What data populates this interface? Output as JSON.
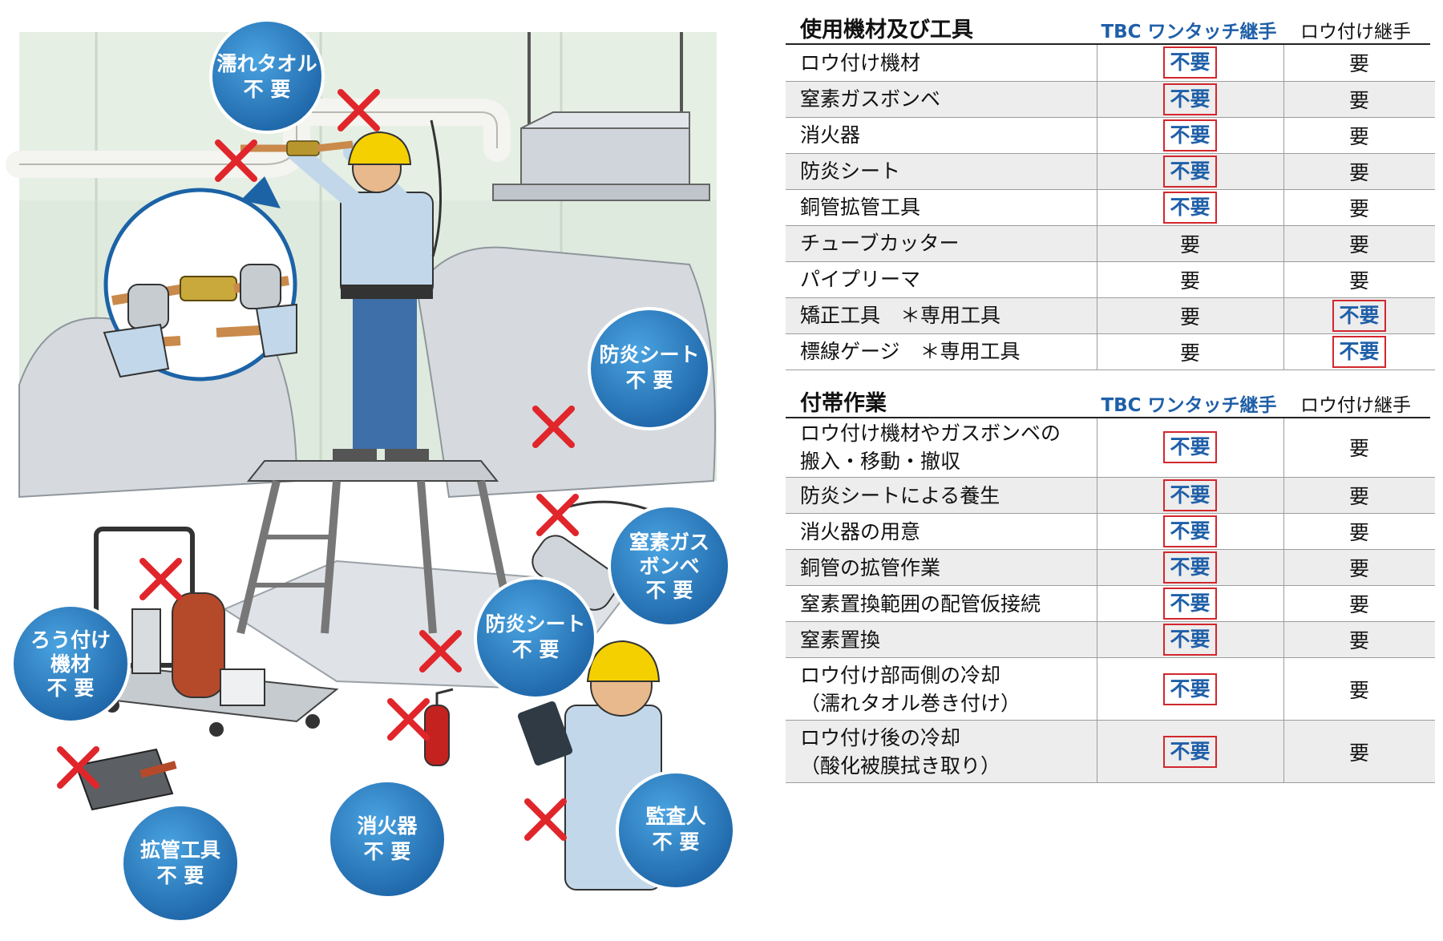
{
  "illustration": {
    "bubbles": {
      "wet_towel": [
        "濡れタオル",
        "不 要"
      ],
      "fire_sheet_1": [
        "防炎シート",
        "不 要"
      ],
      "nitrogen": [
        "窒素ガス",
        "ボンベ",
        "不 要"
      ],
      "fire_sheet_2": [
        "防炎シート",
        "不 要"
      ],
      "brazing": [
        "ろう付け",
        "機材",
        "不 要"
      ],
      "expander": [
        "拡管工具",
        "不 要"
      ],
      "extinguisher": [
        "消火器",
        "不 要"
      ],
      "inspector": [
        "監査人",
        "不 要"
      ]
    },
    "bubble_color": "#2a7fc0",
    "cross_color": "#e0262b"
  },
  "table1": {
    "title": "使用機材及び工具",
    "col_tbc": "TBC ワンタッチ継手",
    "col_rou": "ロウ付け継手",
    "rows": [
      {
        "label": "ロウ付け機材",
        "tbc": "不要",
        "rou": "要"
      },
      {
        "label": "窒素ガスボンベ",
        "tbc": "不要",
        "rou": "要"
      },
      {
        "label": "消火器",
        "tbc": "不要",
        "rou": "要"
      },
      {
        "label": "防炎シート",
        "tbc": "不要",
        "rou": "要"
      },
      {
        "label": "銅管拡管工具",
        "tbc": "不要",
        "rou": "要"
      },
      {
        "label": "チューブカッター",
        "tbc": "要",
        "rou": "要"
      },
      {
        "label": "パイプリーマ",
        "tbc": "要",
        "rou": "要"
      },
      {
        "label": "矯正工具　＊専用工具",
        "tbc": "要",
        "rou": "不要"
      },
      {
        "label": "標線ゲージ　＊専用工具",
        "tbc": "要",
        "rou": "不要"
      }
    ]
  },
  "table2": {
    "title": "付帯作業",
    "col_tbc": "TBC ワンタッチ継手",
    "col_rou": "ロウ付け継手",
    "rows": [
      {
        "label": "ロウ付け機材やガスボンベの\n搬入・移動・撤収",
        "tbc": "不要",
        "rou": "要"
      },
      {
        "label": "防炎シートによる養生",
        "tbc": "不要",
        "rou": "要"
      },
      {
        "label": "消火器の用意",
        "tbc": "不要",
        "rou": "要"
      },
      {
        "label": "銅管の拡管作業",
        "tbc": "不要",
        "rou": "要"
      },
      {
        "label": "窒素置換範囲の配管仮接続",
        "tbc": "不要",
        "rou": "要"
      },
      {
        "label": "窒素置換",
        "tbc": "不要",
        "rou": "要"
      },
      {
        "label": "ロウ付け部両側の冷却\n（濡れタオル巻き付け）",
        "tbc": "不要",
        "rou": "要"
      },
      {
        "label": "ロウ付け後の冷却\n（酸化被膜拭き取り）",
        "tbc": "不要",
        "rou": "要"
      }
    ]
  }
}
